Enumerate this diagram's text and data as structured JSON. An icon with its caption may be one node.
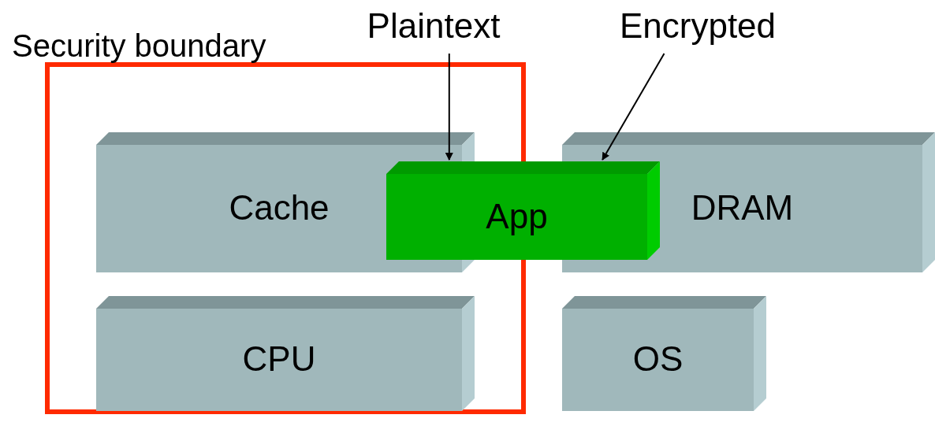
{
  "diagram": {
    "nodes": [
      {
        "text": [
          "Security boundary"
        ]
      },
      {
        "text": [
          "Cache"
        ],
        "in": 0
      },
      {
        "text": [
          "CPU"
        ],
        "in": 0
      },
      {
        "text": [
          "App"
        ]
      },
      {
        "text": [
          "DRAM"
        ]
      },
      {
        "text": [
          "OS"
        ]
      },
      {
        "text": [
          "Plaintext"
        ]
      },
      {
        "text": [
          "Encrypted"
        ]
      }
    ],
    "edges": [
      {
        "from": 6,
        "to": 3,
        "arrow": "to"
      },
      {
        "from": 7,
        "to": 3,
        "arrow": "to"
      }
    ]
  }
}
